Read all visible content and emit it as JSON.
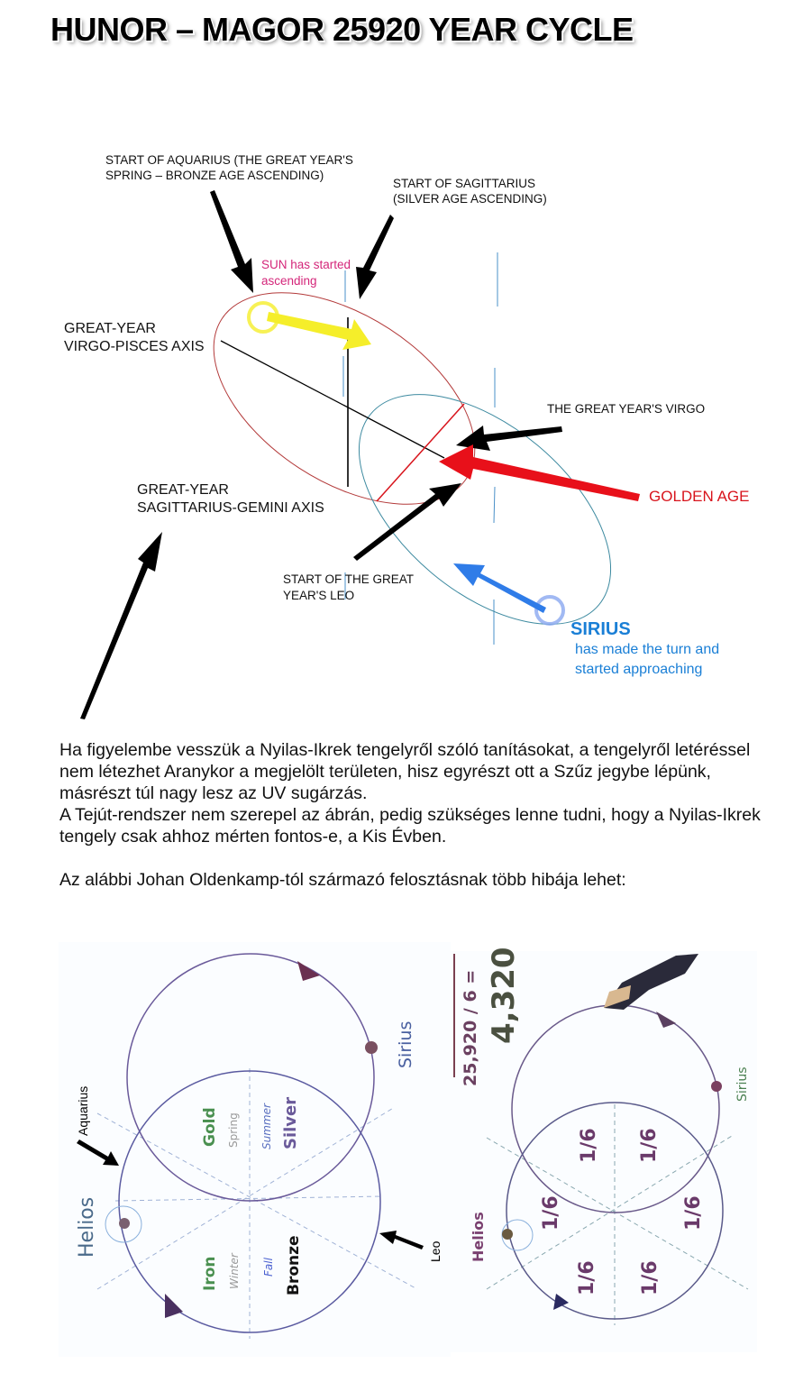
{
  "title": "HUNOR – MAGOR 25920 YEAR CYCLE",
  "top_diagram": {
    "labels": {
      "aquarius_1": "START OF AQUARIUS (THE GREAT YEAR'S",
      "aquarius_2": "SPRING – BRONZE AGE ASCENDING)",
      "sagittarius_1": "START OF SAGITTARIUS",
      "sagittarius_2": "(SILVER AGE ASCENDING)",
      "sun_1": "SUN has started",
      "sun_2": "ascending",
      "virgo_pisces_1": "GREAT-YEAR",
      "virgo_pisces_2": "VIRGO-PISCES AXIS",
      "great_virgo": "THE GREAT YEAR'S VIRGO",
      "golden_age": "GOLDEN AGE",
      "sag_gemini_1": "GREAT-YEAR",
      "sag_gemini_2": "SAGITTARIUS-GEMINI AXIS",
      "leo_1": "START OF THE GREAT",
      "leo_2": "YEAR'S LEO",
      "sirius": "SIRIUS",
      "sirius_1": "has made the turn and",
      "sirius_2": "started approaching"
    },
    "colors": {
      "sun": "#d4267a",
      "golden": "#d8141c",
      "sirius": "#1a7fd6",
      "yellow": "#f5ee2a",
      "red_ellipse": "#b33a3a",
      "blue_ellipse": "#3d8aa0"
    }
  },
  "paragraphs": [
    "Ha figyelembe vesszük a Nyilas-Ikrek tengelyről szóló tanításokat, a tengelyről letéréssel nem létezhet Aranykor a megjelölt területen, hisz egyrészt ott a Szűz jegybe lépünk, másrészt túl nagy lesz az UV sugárzás.",
    "A Tejút-rendszer nem szerepel az ábrán, pedig szükséges lenne tudni, hogy a Nyilas-Ikrek tengely csak ahhoz mérten fontos-e, a Kis Évben.",
    "Az alábbi Johan Oldenkamp-tól származó felosztásnak több hibája lehet:"
  ],
  "left_figure": {
    "aquarius": "Aquarius",
    "helios": "Helios",
    "sirius": "Sirius",
    "leo": "Leo",
    "ages": {
      "gold": "Gold",
      "silver": "Silver",
      "iron": "Iron",
      "bronze": "Bronze"
    },
    "seasons": {
      "spring": "Spring",
      "summer": "Summer",
      "winter": "Winter",
      "fall": "Fall"
    }
  },
  "right_figure": {
    "equation": "25,920 / 6 =",
    "result": "4,320",
    "helios": "Helios",
    "sirius": "Sirius",
    "segments": [
      "1/6",
      "1/6",
      "1/6",
      "1/6",
      "1/6",
      "1/6"
    ]
  }
}
